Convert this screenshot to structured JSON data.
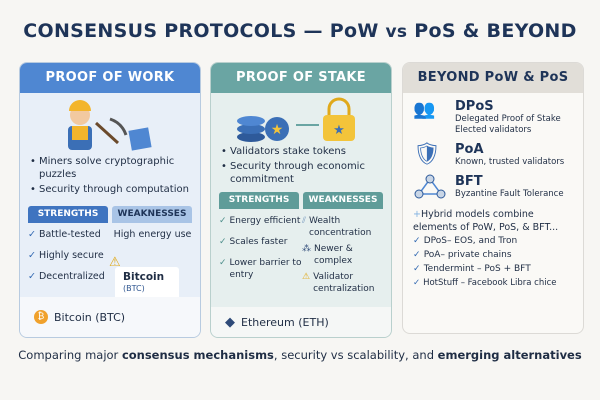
{
  "title": {
    "main": "CONSENSUS PROTOCOLS — PoW",
    "vs": "vs",
    "rest": "PoS & BEYOND"
  },
  "pow": {
    "header": "PROOF OF WORK",
    "points": [
      "Miners solve cryptographic puzzles",
      "Security through computation"
    ],
    "strengths_label": "STRENGTHS",
    "weaknesses_label": "WEAKNESSES",
    "strengths": [
      "Battle-tested",
      "Highly secure",
      "Decentralized"
    ],
    "weaknesses": [
      "High energy use"
    ],
    "callout_title": "Bitcoin",
    "callout_sub": "(BTC)",
    "footer": "Bitcoin (BTC)",
    "coin_symbol": "₿"
  },
  "pos": {
    "header": "PROOF OF STAKE",
    "points": [
      "Validators stake tokens",
      "Security through economic commitment"
    ],
    "strengths_label": "STRENGTHS",
    "weaknesses_label": "WEAKNESSES",
    "strengths": [
      "Energy efficient",
      "Scales faster",
      "Lower barrier to entry"
    ],
    "weaknesses": [
      "Wealth concentration",
      "Newer & complex",
      "Validator centralization"
    ],
    "footer": "Ethereum (ETH)"
  },
  "beyond": {
    "header": "BEYOND PoW & PoS",
    "items": [
      {
        "name": "DPoS",
        "desc": "Delegated Proof of Stake",
        "desc2": "Elected validators"
      },
      {
        "name": "PoA",
        "desc": "Known, trusted validators"
      },
      {
        "name": "BFT",
        "desc": "Byzantine Fault Tolerance"
      }
    ],
    "hybrid": "Hybrid models combine elements of PoW, PoS, & BFT...",
    "examples": [
      "DPoS– EOS, and Tron",
      "PoA– private chains",
      "Tendermint – PoS + BFT",
      "HotStuff – Facebook Libra chice"
    ]
  },
  "caption": {
    "a": "Comparing major ",
    "b": "consensus mechanisms",
    "c": ", security vs scalability, and ",
    "d": "emerging alternatives"
  },
  "colors": {
    "pow": "#4f87d2",
    "pos": "#6aa5a3",
    "beyond": "#e1ded8",
    "title": "#1e3458"
  }
}
